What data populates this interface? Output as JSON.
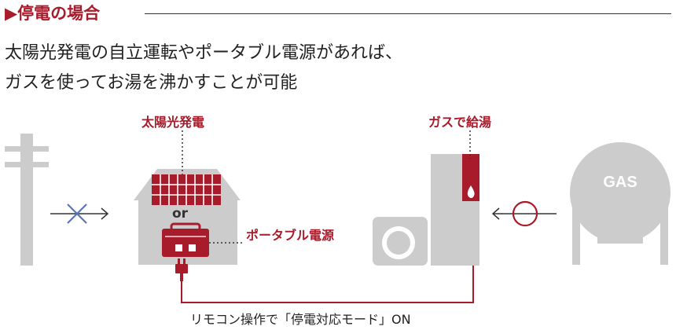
{
  "header": {
    "title": "▶停電の場合"
  },
  "lead": {
    "line1": "太陽光発電の自立運転やポータブル電源があれば、",
    "line2": "ガスを使ってお湯を沸かすことが可能"
  },
  "diagram": {
    "solar_label": "太陽光発電",
    "gas_heating_label": "ガスで給湯",
    "portable_label": "ポータブル電源",
    "or_label": "or",
    "remote_label": "リモコン操作で「停電対応モード」ON",
    "gas_tank_label": "GAS"
  },
  "colors": {
    "accent": "#a71b2b",
    "gray": "#cccccc",
    "blue": "#5a77b5",
    "text": "#222222"
  }
}
